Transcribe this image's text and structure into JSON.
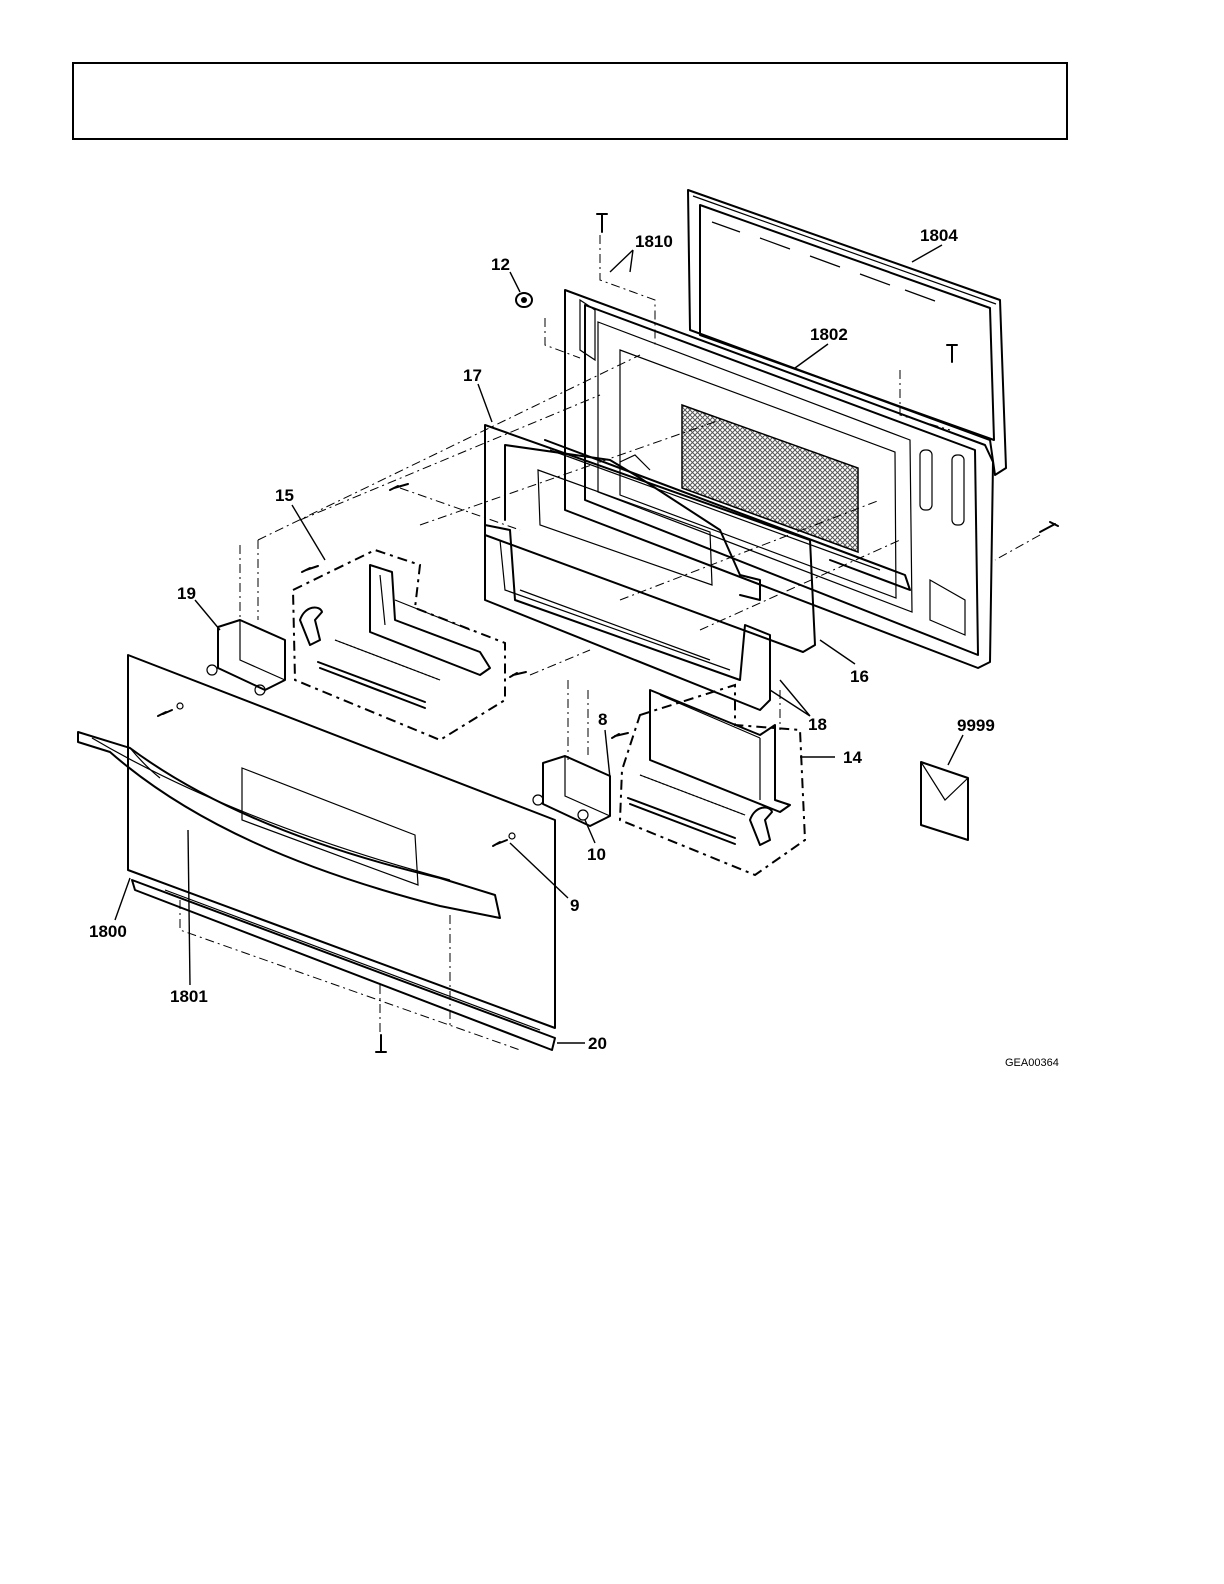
{
  "diagram": {
    "drawing_code": "GEA00364",
    "callouts": [
      "1804",
      "1810",
      "12",
      "1802",
      "17",
      "15",
      "19",
      "16",
      "18",
      "9999",
      "14",
      "8",
      "10",
      "9",
      "1800",
      "1801",
      "20"
    ]
  },
  "colors": {
    "line": "#000000",
    "background": "#ffffff",
    "mesh": "#666666"
  }
}
